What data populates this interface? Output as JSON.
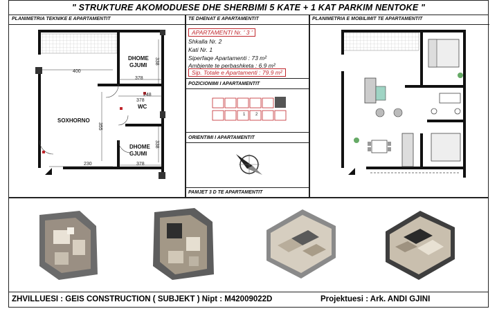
{
  "title": "\" STRUKTURE AKOMODUESE DHE SHERBIMI 5 KATE + 1 KAT PARKIM NENTOKE \"",
  "headers": {
    "plan_technical": "PLANIMETRIA TEKNIKE E APARTAMENTIT",
    "apartment_data": "TE DHENAT E APARTAMENTIT",
    "plan_furnished": "PLANIMETRIA E MOBILIMIT TE APARTAMENTIT",
    "position": "POZICIONIMI I APARTAMENTIT",
    "orientation": "ORIENTIMI I APARTAMENTIT",
    "views3d": "PAMJET 3 D TE APARTAMENTIT"
  },
  "apartment": {
    "number": "APARTAMENTI  Nr. ' 3 '",
    "stair": "Shkalla   Nr. 2",
    "floor": "Kati   Nr.  1",
    "area": "Siperfaqe Apartamenti : 73 m²",
    "common": "Ambjente te perbashketa : 6.9 m²",
    "total": "Sip. Totale e Apartamenti : 79.9 m²"
  },
  "position_labels": [
    "1",
    "2"
  ],
  "rooms": {
    "bedroom_top_1": "DHOME",
    "bedroom_top_2": "GJUMI",
    "wc": "WC",
    "living": "SOXHORNO",
    "bedroom_bottom_1": "DHOME",
    "bedroom_bottom_2": "GJUMI"
  },
  "dimensions": {
    "d400": "400",
    "d378a": "378",
    "d248": "248",
    "d378b": "378",
    "d230": "230",
    "d378c": "378",
    "d338a": "338",
    "d338b": "338",
    "d355": "355"
  },
  "footer": {
    "developer": "ZHVILLUESI : GEIS  CONSTRUCTION ( SUBJEKT )   Nipt : M42009022D",
    "designer": "Projektuesi : Ark. ANDI  GJINI"
  },
  "colors": {
    "red": "#c0262c",
    "line": "#222222",
    "pink": "#e9a6a6"
  }
}
